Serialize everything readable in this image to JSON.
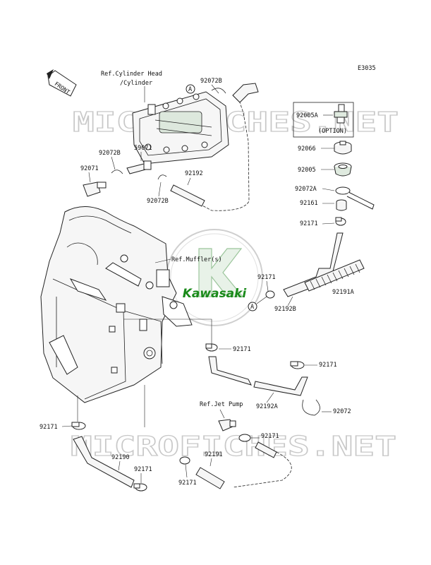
{
  "diagram_code": "E3035",
  "front_label": "FRONT",
  "watermark": "MICROFICHES.NET",
  "logo_text": "Kawasaki",
  "refs": {
    "cylinder_head": "Ref.Cylinder Head",
    "cylinder": "/Cylinder",
    "muffler": "Ref.Muffler(s)",
    "jet_pump": "Ref.Jet Pump"
  },
  "option_label": "(OPTION)",
  "callout_a": "A",
  "parts": {
    "p92072B_top": "92072B",
    "p92005A": "92005A",
    "p92072B_left": "92072B",
    "p59071": "59071",
    "p92071": "92071",
    "p92192": "92192",
    "p92072B_mid": "92072B",
    "p92066": "92066",
    "p92005": "92005",
    "p92072A": "92072A",
    "p92161": "92161",
    "p92171_r1": "92171",
    "p92171_mid": "92171",
    "p92191A": "92191A",
    "p92192B": "92192B",
    "p92171_c": "92171",
    "p92171_r2": "92171",
    "p92192A": "92192A",
    "p92072": "92072",
    "p92171_l": "92171",
    "p92171_jp": "92171",
    "p92190": "92190",
    "p92171_b1": "92171",
    "p92191": "92191",
    "p92171_b2": "92171"
  },
  "colors": {
    "line": "#222222",
    "watermark": "#c8c8c8",
    "logo_green": "#1a8a1a"
  }
}
